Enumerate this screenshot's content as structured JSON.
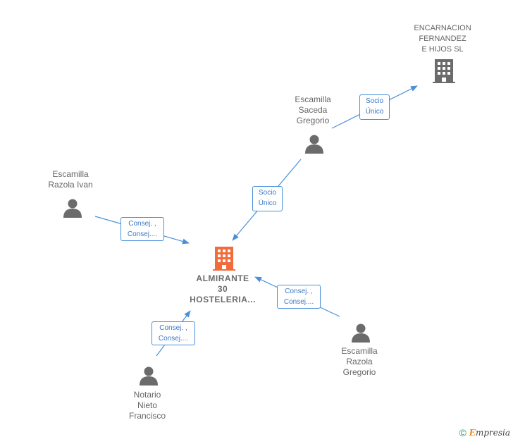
{
  "nodes": {
    "center": {
      "lines": [
        "ALMIRANTE",
        "30",
        "HOSTELERIA..."
      ]
    },
    "encarnacion": {
      "lines": [
        "ENCARNACION",
        "FERNANDEZ",
        "E HIJOS SL"
      ]
    },
    "saceda": {
      "lines": [
        "Escamilla",
        "Saceda",
        "Gregorio"
      ]
    },
    "ivan": {
      "lines": [
        "Escamilla",
        "Razola Ivan"
      ]
    },
    "gregorio": {
      "lines": [
        "Escamilla",
        "Razola",
        "Gregorio"
      ]
    },
    "notario": {
      "lines": [
        "Notario",
        "Nieto",
        "Francisco"
      ]
    }
  },
  "edges": {
    "saceda_encarnacion": [
      "Socio",
      "Único"
    ],
    "saceda_center": [
      "Socio",
      "Único"
    ],
    "ivan_center": [
      "Consej. ,",
      "Consej...."
    ],
    "gregorio_center": [
      "Consej. ,",
      "Consej...."
    ],
    "notario_center": [
      "Consej. ,",
      "Consej...."
    ]
  },
  "colors": {
    "edge": "#4a90d9",
    "center_icon": "#f26b3a",
    "company_icon": "#6b6b6b",
    "person_icon": "#6b6b6b"
  },
  "footer": {
    "copyright": "©",
    "brand_initial": "E",
    "brand_rest": "mpresia"
  }
}
